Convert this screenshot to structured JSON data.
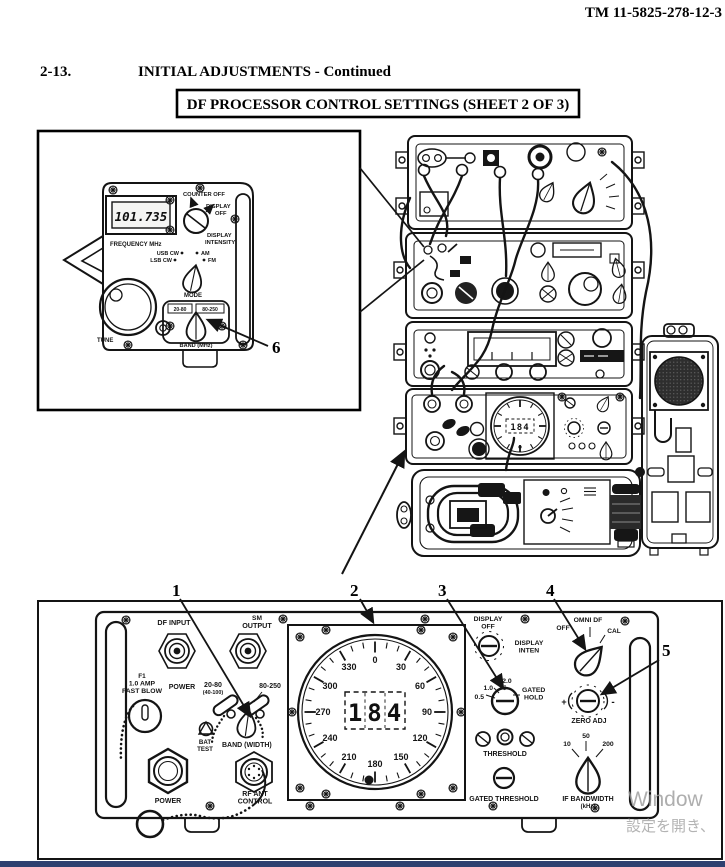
{
  "header": {
    "tm_number": "TM 11-5825-278-12-3",
    "section_number": "2-13.",
    "section_title": "INITIAL ADJUSTMENTS - Continued",
    "sheet_title": "DF PROCESSOR CONTROL SETTINGS (SHEET 2 OF 3)"
  },
  "callouts": [
    "1",
    "2",
    "3",
    "4",
    "5",
    "6"
  ],
  "inset": {
    "frequency_value": "101.735",
    "frequency_label": "FREQUENCY MHz",
    "counter_off": "COUNTER OFF",
    "display_off": [
      "DISPLAY",
      "OFF"
    ],
    "display_intensity": [
      "DISPLAY",
      "INTENSITY"
    ],
    "mode": {
      "usb": "USB CW",
      "lsb": "LSB CW",
      "am": "AM",
      "fm": "FM",
      "label": "MODE"
    },
    "band": {
      "left": "20-80",
      "right": "80-250",
      "label": "BAND (MHz)"
    },
    "tune": "TUNE"
  },
  "stack": {
    "dial_reading": "184"
  },
  "bottom_panel": {
    "df_input": "DF INPUT",
    "sm_output": [
      "SM",
      "OUTPUT"
    ],
    "fuse": [
      "F1",
      "1.0 AMP",
      "FAST BLOW"
    ],
    "power_toggle": "POWER",
    "band_low": "20-80",
    "band_low2": "(40-100)",
    "band_high": "80-250",
    "bat_test": [
      "BAT",
      "TEST"
    ],
    "band_width": "BAND (WIDTH)",
    "power_conn": "POWER",
    "rf_ant": [
      "RF ANT",
      "CONTROL"
    ],
    "dial": {
      "reading": "184",
      "labels": [
        "0",
        "30",
        "60",
        "90",
        "120",
        "150",
        "180",
        "210",
        "240",
        "270",
        "300",
        "330"
      ]
    },
    "display_off": [
      "DISPLAY",
      "OFF"
    ],
    "display_inten": [
      "DISPLAY",
      "INTEN"
    ],
    "omni": {
      "label": "OMNI DF",
      "off": "OFF",
      "cal": "CAL"
    },
    "lo": {
      "v05": "0.5",
      "v10": "1.0",
      "v20": "2.0",
      "gated": [
        "GATED",
        "HOLD"
      ]
    },
    "zero_adj": {
      "label": "ZERO ADJ",
      "plus": "+",
      "minus": "-"
    },
    "threshold": "THRESHOLD",
    "gated_threshold": "GATED THRESHOLD",
    "ifbw": {
      "v10": "10",
      "v50": "50",
      "v200": "200",
      "label": [
        "IF BANDWIDTH",
        "(kHz)"
      ]
    }
  },
  "watermark": {
    "line1": "Window",
    "line2": "設定を開き、"
  }
}
